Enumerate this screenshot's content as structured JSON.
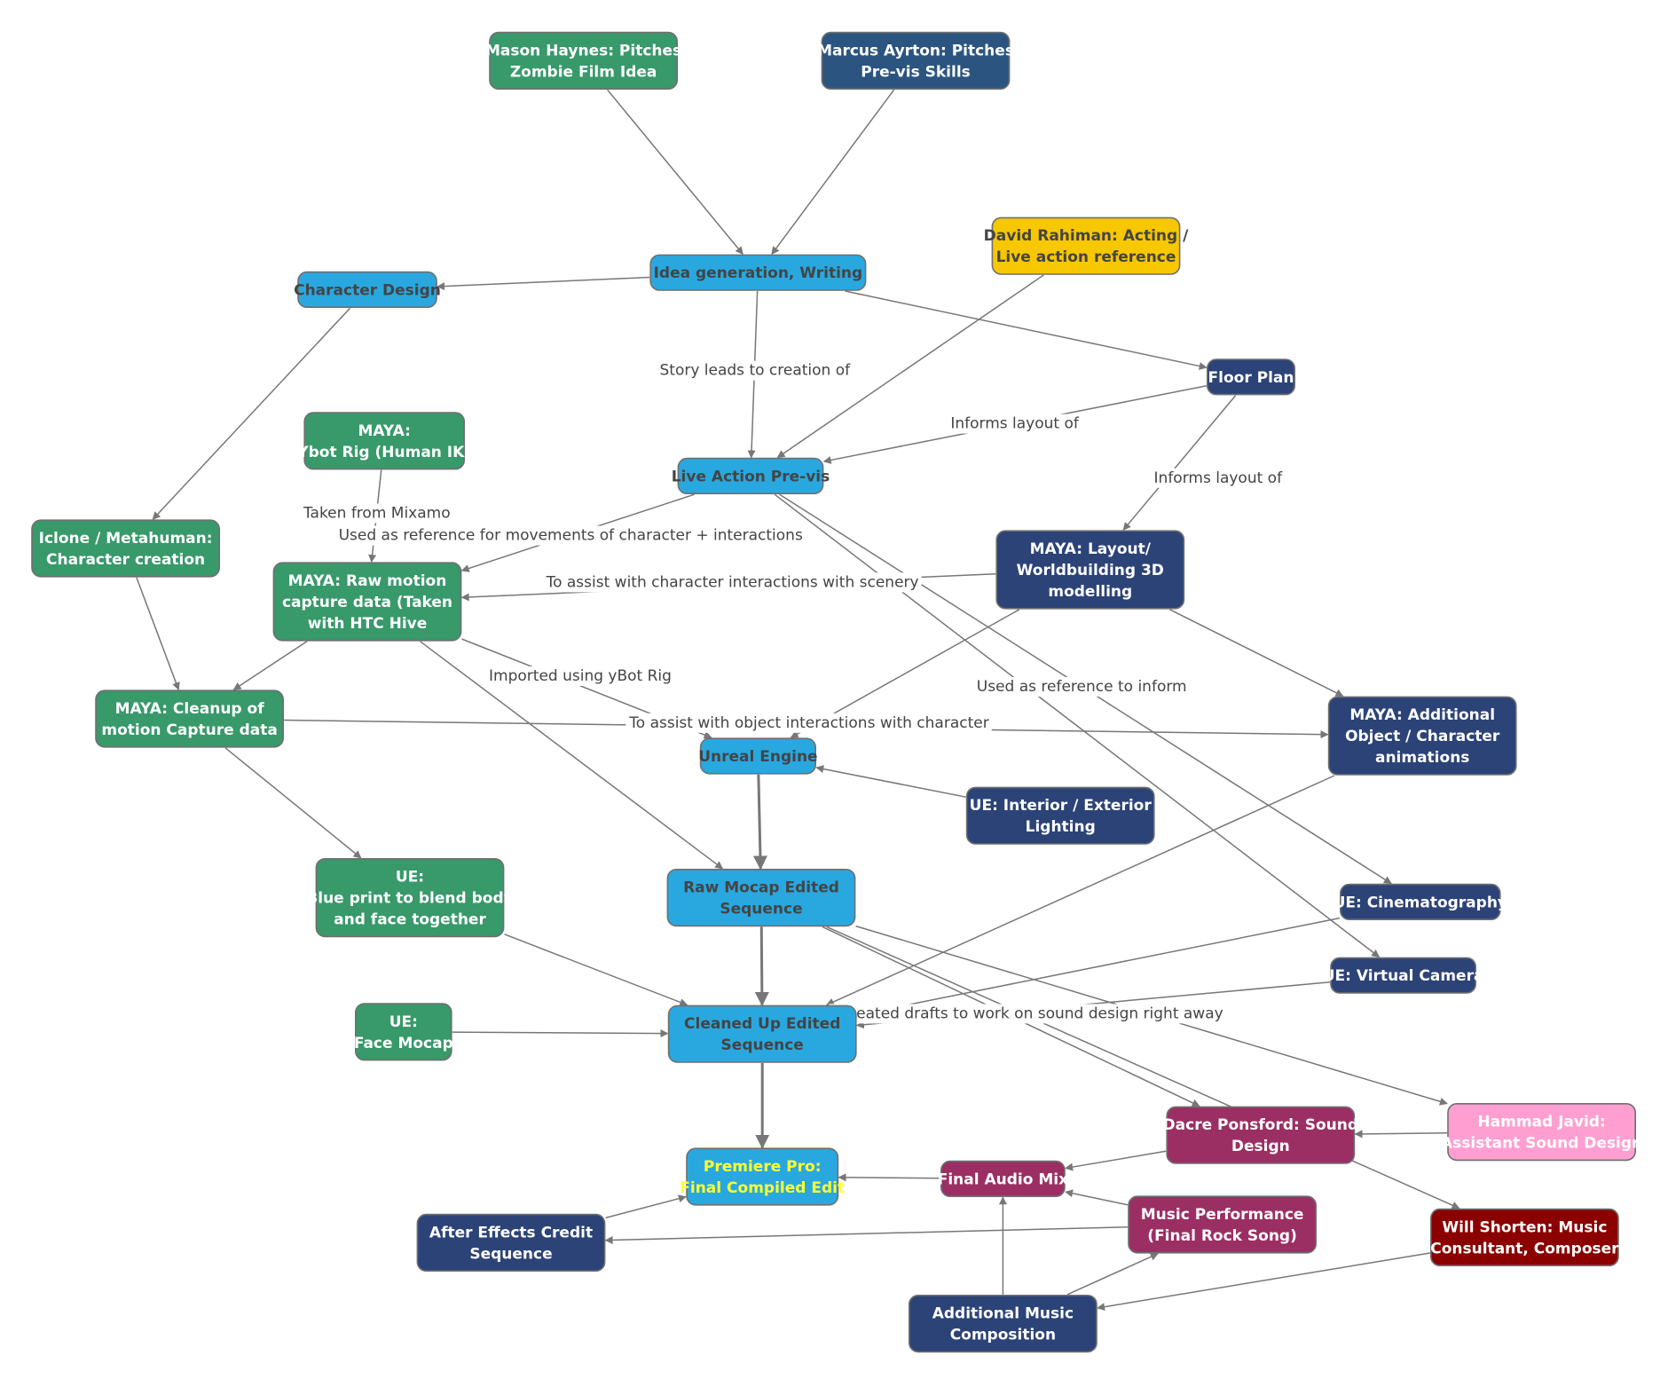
{
  "colors": {
    "green": "#38996a",
    "dark_blue": "#2c4378",
    "steel_blue": "#2b5580",
    "light_blue": "#29a8e0",
    "yellow": "#f7c700",
    "maroon": "#9b2f63",
    "pink": "#ff9fd1",
    "dark_red": "#8b0000",
    "edge": "#777777"
  },
  "nodes": [
    {
      "id": "mason",
      "lines": [
        "Mason Haynes: Pitches",
        "Zombie Film Idea"
      ],
      "color": "green",
      "text_color": "#ffffff"
    },
    {
      "id": "marcus",
      "lines": [
        "Marcus Ayrton: Pitches",
        "Pre-vis Skills"
      ],
      "color": "steel_blue",
      "text_color": "#ffffff"
    },
    {
      "id": "david",
      "lines": [
        "David Rahiman: Acting /",
        "Live action reference"
      ],
      "color": "yellow",
      "text_color": "#444444"
    },
    {
      "id": "idea",
      "lines": [
        "Idea generation, Writing"
      ],
      "color": "light_blue",
      "text_color": "#444444"
    },
    {
      "id": "chardesign",
      "lines": [
        "Character Design"
      ],
      "color": "light_blue",
      "text_color": "#444444"
    },
    {
      "id": "floorplan",
      "lines": [
        "Floor Plan"
      ],
      "color": "dark_blue",
      "text_color": "#ffffff"
    },
    {
      "id": "ybot",
      "lines": [
        "MAYA:",
        "Ybot Rig (Human IK)"
      ],
      "color": "green",
      "text_color": "#ffffff"
    },
    {
      "id": "liveaction",
      "lines": [
        "Live Action Pre-vis"
      ],
      "color": "light_blue",
      "text_color": "#444444"
    },
    {
      "id": "iclone",
      "lines": [
        "Iclone / Metahuman:",
        "Character creation"
      ],
      "color": "green",
      "text_color": "#ffffff"
    },
    {
      "id": "rawmotion",
      "lines": [
        "MAYA: Raw motion",
        "capture data (Taken",
        "with HTC Hive"
      ],
      "color": "green",
      "text_color": "#ffffff"
    },
    {
      "id": "layout",
      "lines": [
        "MAYA: Layout/",
        "Worldbuilding 3D",
        "modelling"
      ],
      "color": "dark_blue",
      "text_color": "#ffffff"
    },
    {
      "id": "cleanup",
      "lines": [
        "MAYA: Cleanup of",
        "motion Capture data"
      ],
      "color": "green",
      "text_color": "#ffffff"
    },
    {
      "id": "unreal",
      "lines": [
        "Unreal Engine"
      ],
      "color": "light_blue",
      "text_color": "#444444"
    },
    {
      "id": "additional",
      "lines": [
        "MAYA: Additional",
        "Object / Character",
        "animations"
      ],
      "color": "dark_blue",
      "text_color": "#ffffff"
    },
    {
      "id": "lighting",
      "lines": [
        "UE: Interior / Exterior",
        "Lighting"
      ],
      "color": "dark_blue",
      "text_color": "#ffffff"
    },
    {
      "id": "blueprint",
      "lines": [
        "UE:",
        "Blue print to blend body",
        "and face together"
      ],
      "color": "green",
      "text_color": "#ffffff"
    },
    {
      "id": "rawmocap",
      "lines": [
        "Raw Mocap Edited",
        "Sequence"
      ],
      "color": "light_blue",
      "text_color": "#444444"
    },
    {
      "id": "cinema",
      "lines": [
        "UE: Cinematography"
      ],
      "color": "dark_blue",
      "text_color": "#ffffff"
    },
    {
      "id": "vcam",
      "lines": [
        "UE: Virtual Camera"
      ],
      "color": "dark_blue",
      "text_color": "#ffffff"
    },
    {
      "id": "facemocap",
      "lines": [
        "UE:",
        "Face Mocap"
      ],
      "color": "green",
      "text_color": "#ffffff"
    },
    {
      "id": "cleanedup",
      "lines": [
        "Cleaned Up Edited",
        "Sequence"
      ],
      "color": "light_blue",
      "text_color": "#444444"
    },
    {
      "id": "dacre",
      "lines": [
        "Dacre Ponsford: Sound",
        "Design"
      ],
      "color": "maroon",
      "text_color": "#ffffff"
    },
    {
      "id": "hammad",
      "lines": [
        "Hammad Javid:",
        "Assistant Sound Design"
      ],
      "color": "pink",
      "text_color": "#ffffff"
    },
    {
      "id": "premiere",
      "lines": [
        "Premiere Pro:",
        "Final Compiled Edit"
      ],
      "color": "light_blue",
      "text_color": "#ffff33"
    },
    {
      "id": "finalaudio",
      "lines": [
        "Final Audio Mix"
      ],
      "color": "maroon",
      "text_color": "#ffffff"
    },
    {
      "id": "musicperf",
      "lines": [
        "Music Performance",
        "(Final Rock Song)"
      ],
      "color": "maroon",
      "text_color": "#ffffff"
    },
    {
      "id": "will",
      "lines": [
        "Will Shorten: Music",
        "Consultant, Composer"
      ],
      "color": "dark_red",
      "text_color": "#ffffff"
    },
    {
      "id": "aftereffects",
      "lines": [
        "After Effects Credit",
        "Sequence"
      ],
      "color": "dark_blue",
      "text_color": "#ffffff"
    },
    {
      "id": "addmusic",
      "lines": [
        "Additional Music",
        "Composition"
      ],
      "color": "dark_blue",
      "text_color": "#ffffff"
    }
  ],
  "edges": [
    {
      "from": "mason",
      "to": "idea"
    },
    {
      "from": "marcus",
      "to": "idea"
    },
    {
      "from": "idea",
      "to": "chardesign"
    },
    {
      "from": "idea",
      "to": "floorplan"
    },
    {
      "from": "idea",
      "to": "liveaction",
      "label": "Story leads to creation of"
    },
    {
      "from": "david",
      "to": "liveaction"
    },
    {
      "from": "floorplan",
      "to": "liveaction",
      "label": "Informs layout of"
    },
    {
      "from": "floorplan",
      "to": "layout",
      "label": "Informs layout of"
    },
    {
      "from": "chardesign",
      "to": "iclone"
    },
    {
      "from": "ybot",
      "to": "rawmotion",
      "label": "Taken from Mixamo"
    },
    {
      "from": "liveaction",
      "to": "rawmotion",
      "label": "Used as reference for movements of character + interactions"
    },
    {
      "from": "layout",
      "to": "rawmotion",
      "label": "To assist with character interactions with scenery"
    },
    {
      "from": "iclone",
      "to": "cleanup"
    },
    {
      "from": "rawmotion",
      "to": "cleanup"
    },
    {
      "from": "rawmotion",
      "to": "unreal",
      "label": "Imported using yBot Rig"
    },
    {
      "from": "rawmotion",
      "to": "rawmocap"
    },
    {
      "from": "layout",
      "to": "unreal"
    },
    {
      "from": "layout",
      "to": "additional"
    },
    {
      "from": "cleanup",
      "to": "additional",
      "label": "To assist with object interactions with character"
    },
    {
      "from": "liveaction",
      "to": "cinema",
      "label": "Used as reference to inform"
    },
    {
      "from": "liveaction",
      "to": "vcam"
    },
    {
      "from": "lighting",
      "to": "unreal"
    },
    {
      "from": "cleanup",
      "to": "blueprint"
    },
    {
      "from": "unreal",
      "to": "rawmocap",
      "thick": true
    },
    {
      "from": "rawmocap",
      "to": "cleanedup",
      "thick": true
    },
    {
      "from": "blueprint",
      "to": "cleanedup"
    },
    {
      "from": "facemocap",
      "to": "cleanedup"
    },
    {
      "from": "additional",
      "to": "cleanedup"
    },
    {
      "from": "cinema",
      "to": "cleanedup"
    },
    {
      "from": "vcam",
      "to": "cleanedup"
    },
    {
      "from": "rawmocap",
      "to": "dacre"
    },
    {
      "from": "rawmocap",
      "to": "hammad",
      "label": "repeated drafts to work on sound design right away"
    },
    {
      "from": "rawmocap",
      "to": "will"
    },
    {
      "from": "hammad",
      "to": "dacre"
    },
    {
      "from": "cleanedup",
      "to": "premiere",
      "thick": true
    },
    {
      "from": "dacre",
      "to": "finalaudio"
    },
    {
      "from": "finalaudio",
      "to": "premiere"
    },
    {
      "from": "musicperf",
      "to": "finalaudio"
    },
    {
      "from": "addmusic",
      "to": "finalaudio"
    },
    {
      "from": "will",
      "to": "addmusic"
    },
    {
      "from": "addmusic",
      "to": "musicperf"
    },
    {
      "from": "musicperf",
      "to": "aftereffects"
    },
    {
      "from": "aftereffects",
      "to": "premiere"
    }
  ]
}
